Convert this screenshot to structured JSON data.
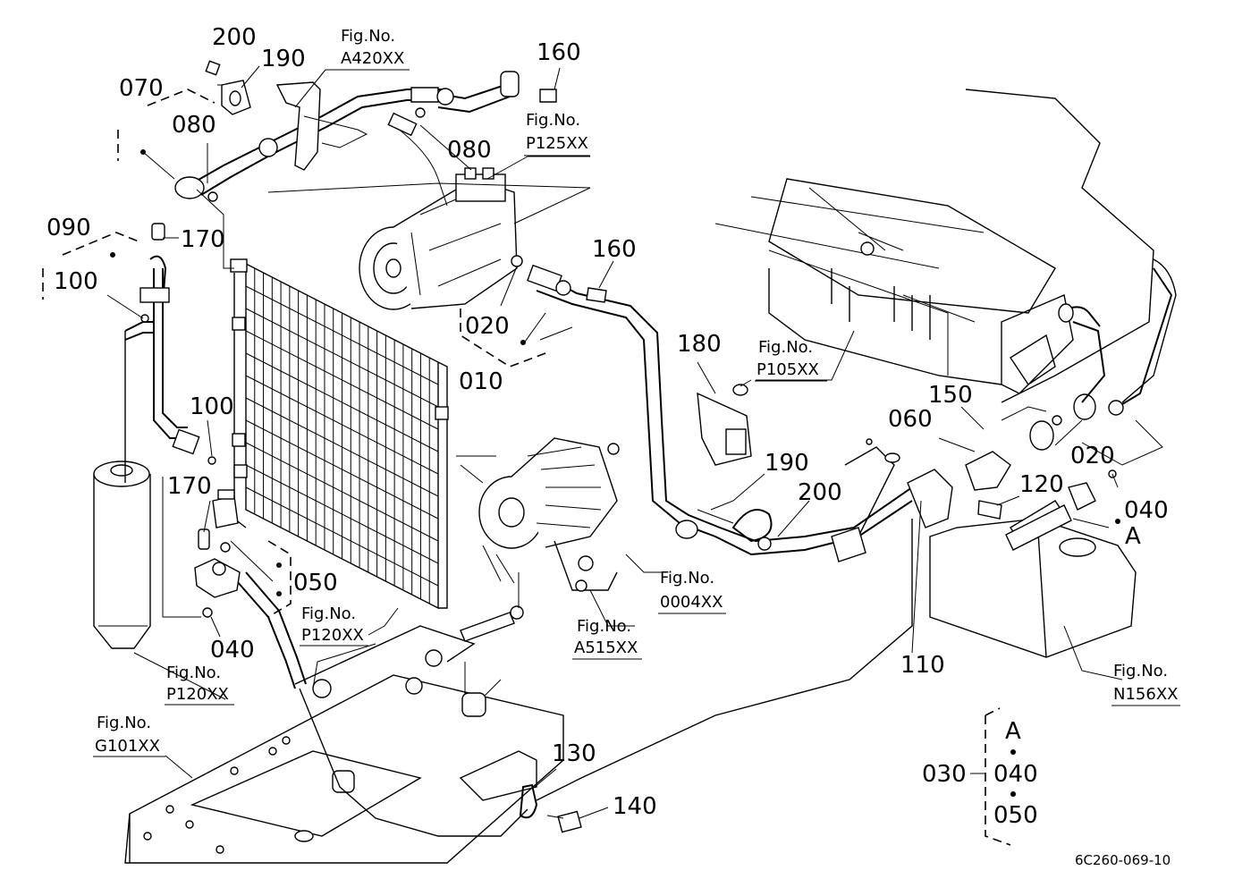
{
  "diagram": {
    "part_numbers": {
      "p200a": "200",
      "p190a": "190",
      "p070": "070",
      "p080a": "080",
      "p160a": "160",
      "p080b": "080",
      "p090": "090",
      "p170a": "170",
      "p100a": "100",
      "p100b": "100",
      "p160b": "160",
      "p020a": "020",
      "p010": "010",
      "p180": "180",
      "p150": "150",
      "p060": "060",
      "p020b": "020",
      "p190b": "190",
      "p200b": "200",
      "p120": "120",
      "p040a": "040",
      "pA": "A",
      "p170b": "170",
      "p050": "050",
      "p040b": "040",
      "p110": "110",
      "p130": "130",
      "p140": "140",
      "p030": "030"
    },
    "fig_refs": {
      "a420_label": "Fig.No.",
      "a420_code": "A420XX",
      "p125_label": "Fig.No.",
      "p125_code": "P125XX",
      "p105_label": "Fig.No.",
      "p105_code": "P105XX",
      "p120a_label": "Fig.No.",
      "p120a_code": "P120XX",
      "p120b_label": "Fig.No.",
      "p120b_code": "P120XX",
      "a515_label": "Fig.No.",
      "a515_code": "A515XX",
      "f0004_label": "Fig.No.",
      "f0004_code": "0004XX",
      "n156_label": "Fig.No.",
      "n156_code": "N156XX",
      "g101_label": "Fig.No.",
      "g101_code": "G101XX"
    },
    "kit_box": {
      "a": "A",
      "b": "040",
      "c": "050"
    },
    "drawing_id": "6C260-069-10"
  }
}
